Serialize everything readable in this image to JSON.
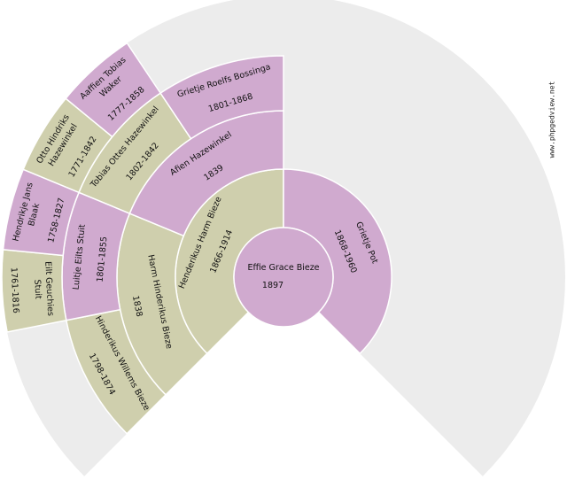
{
  "watermark": "www.phpgedview.net",
  "colors": {
    "female": "#d0aacf",
    "male": "#cfcfad",
    "empty": "#ececec",
    "separator": "#ffffff"
  },
  "root": {
    "name": "Effie Grace Bieze",
    "dates": "1897",
    "sex": "female"
  },
  "ancestors": [
    {
      "generation": 1,
      "slot": 0,
      "name": [
        "Henderikus Harm Bieze"
      ],
      "dates": "1866-1914",
      "sex": "male"
    },
    {
      "generation": 1,
      "slot": 1,
      "name": [
        "Grietje Pot"
      ],
      "dates": "1868-1960",
      "sex": "female"
    },
    {
      "generation": 2,
      "slot": 0,
      "name": [
        "Harm Hinderikus Bieze"
      ],
      "dates": "1838",
      "sex": "male"
    },
    {
      "generation": 2,
      "slot": 1,
      "name": [
        "Afien Hazewinkel"
      ],
      "dates": "1839",
      "sex": "female"
    },
    {
      "generation": 3,
      "slot": 0,
      "name": [
        "Hinderikus Willems Bieze"
      ],
      "dates": "1798-1874",
      "sex": "male"
    },
    {
      "generation": 3,
      "slot": 1,
      "name": [
        "Luitje Eilts Stuit"
      ],
      "dates": "1801-1855",
      "sex": "female"
    },
    {
      "generation": 3,
      "slot": 2,
      "name": [
        "Tobias Ottes Hazewinkel"
      ],
      "dates": "1802-1842",
      "sex": "male"
    },
    {
      "generation": 3,
      "slot": 3,
      "name": [
        "Grietje Roelfs Bossinga"
      ],
      "dates": "1801-1868",
      "sex": "female"
    },
    {
      "generation": 4,
      "slot": 2,
      "name": [
        "Eilt Geuchies",
        "Stuit"
      ],
      "dates": "1761-1816",
      "sex": "male"
    },
    {
      "generation": 4,
      "slot": 3,
      "name": [
        "Hendrikje Jans",
        "Blaak"
      ],
      "dates": "1758-1827",
      "sex": "female"
    },
    {
      "generation": 4,
      "slot": 4,
      "name": [
        "Otto Hindriks",
        "Hazewinkel"
      ],
      "dates": "1771-1842",
      "sex": "male"
    },
    {
      "generation": 4,
      "slot": 5,
      "name": [
        "Aaffien Tobias",
        "Waker"
      ],
      "dates": "1777-1858",
      "sex": "female"
    }
  ]
}
